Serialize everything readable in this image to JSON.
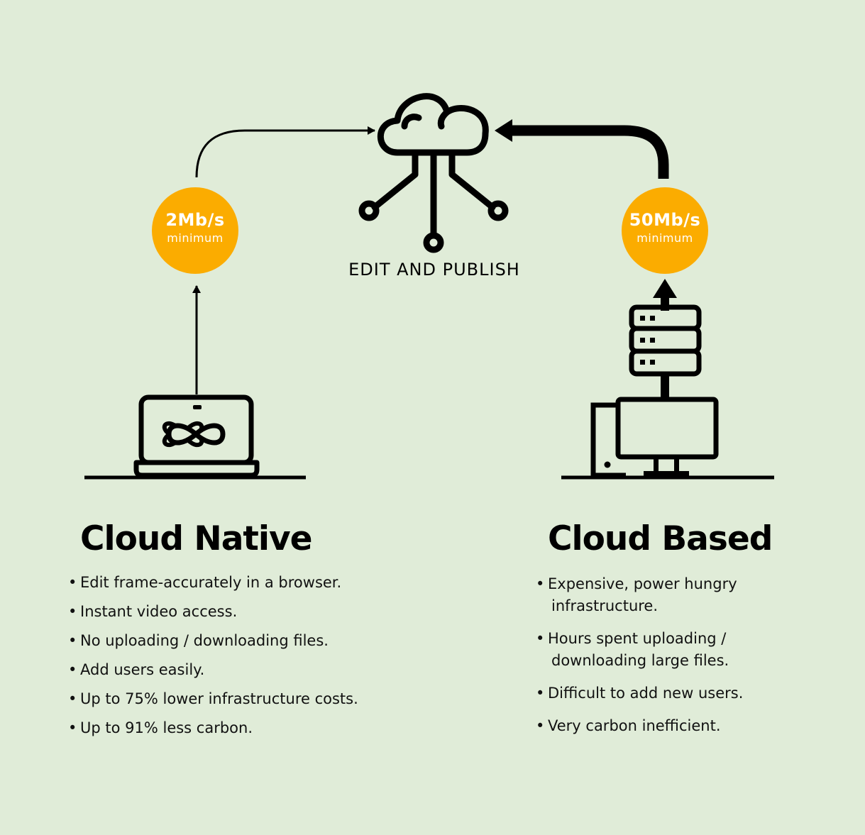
{
  "center": {
    "label": "EDIT AND PUBLISH",
    "icon": "cloud-network-icon"
  },
  "left": {
    "speed": "2Mb/s",
    "speed_note": "minimum",
    "heading": "Cloud Native",
    "icon": "laptop-infinity-icon",
    "items": [
      "Edit frame-accurately in a browser.",
      "Instant video access.",
      "No uploading / downloading files.",
      "Add users easily.",
      "Up to 75% lower infrastructure costs.",
      "Up to 91% less carbon."
    ]
  },
  "right": {
    "speed": "50Mb/s",
    "speed_note": "minimum",
    "heading": "Cloud Based",
    "icon": "server-workstation-icon",
    "items": [
      {
        "line1": "Expensive, power hungry",
        "line2": "infrastructure."
      },
      {
        "line1": "Hours spent uploading /",
        "line2": "downloading large files."
      },
      {
        "line1": "Difficult to add new users.",
        "line2": ""
      },
      {
        "line1": "Very carbon inefficient.",
        "line2": ""
      }
    ]
  },
  "colors": {
    "background": "#e0ecd8",
    "accent": "#fbac00",
    "ink": "#000000"
  }
}
